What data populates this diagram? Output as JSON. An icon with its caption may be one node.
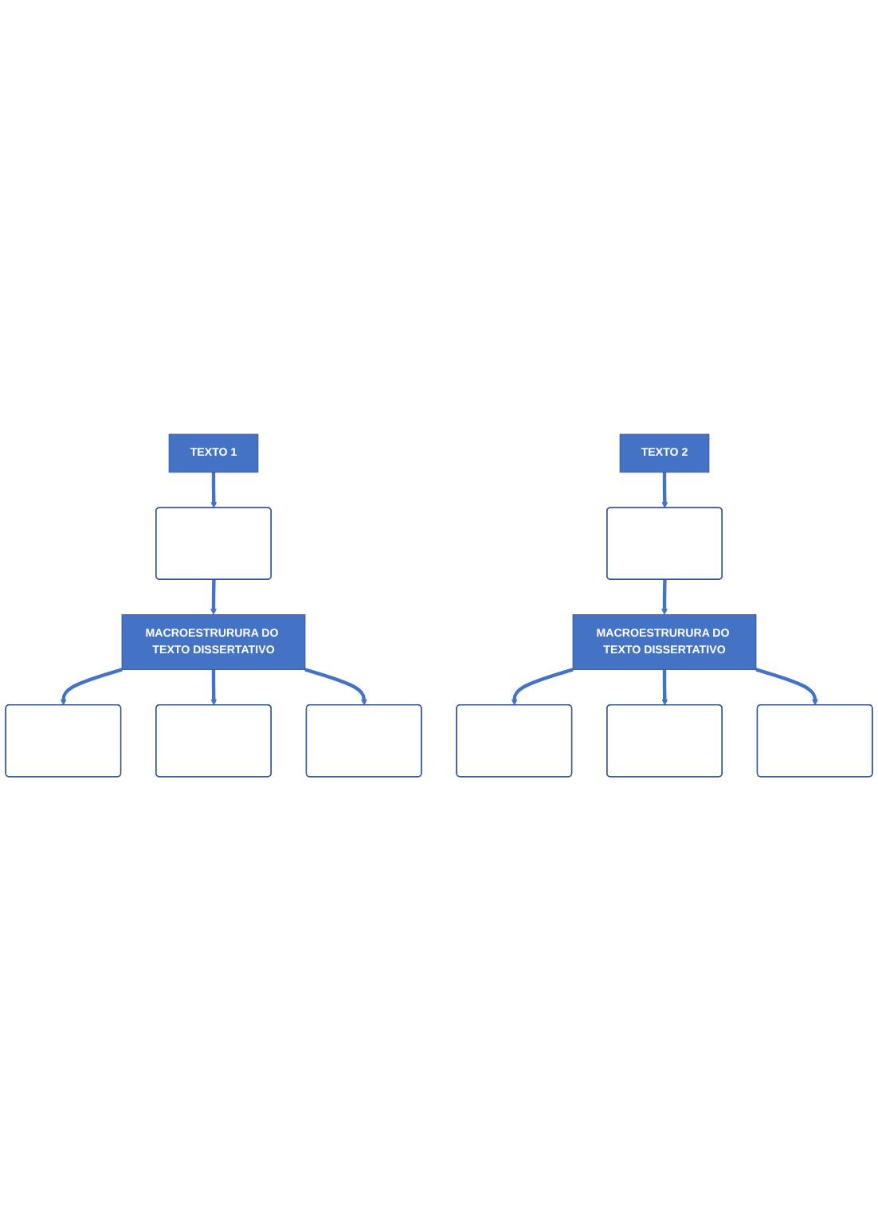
{
  "diagram": {
    "nodes": [
      {
        "text": [
          "TEXTO 1"
        ]
      },
      {
        "text": [],
        "shape": "box"
      },
      {
        "text": [
          "MACROESTRURURA DO TEXTO DISSERTATIVO"
        ]
      },
      {
        "text": [],
        "shape": "box"
      },
      {
        "text": [],
        "shape": "box"
      },
      {
        "text": [],
        "shape": "box"
      },
      {
        "text": [
          "TEXTO 2"
        ]
      },
      {
        "text": [],
        "shape": "box"
      },
      {
        "text": [
          "MACROESTRURURA DO TEXTO DISSERTATIVO"
        ]
      },
      {
        "text": [],
        "shape": "box"
      },
      {
        "text": [],
        "shape": "box"
      },
      {
        "text": [],
        "shape": "box"
      }
    ],
    "edges": [
      {
        "from": 0,
        "to": 1,
        "arrow": "to"
      },
      {
        "from": 1,
        "to": 2,
        "arrow": "to"
      },
      {
        "from": 2,
        "to": 3,
        "arrow": "to"
      },
      {
        "from": 2,
        "to": 4,
        "arrow": "to"
      },
      {
        "from": 2,
        "to": 5,
        "arrow": "to"
      },
      {
        "from": 6,
        "to": 7,
        "arrow": "to"
      },
      {
        "from": 7,
        "to": 8,
        "arrow": "to"
      },
      {
        "from": 8,
        "to": 9,
        "arrow": "to"
      },
      {
        "from": 8,
        "to": 10,
        "arrow": "to"
      },
      {
        "from": 8,
        "to": 11,
        "arrow": "to"
      }
    ]
  }
}
